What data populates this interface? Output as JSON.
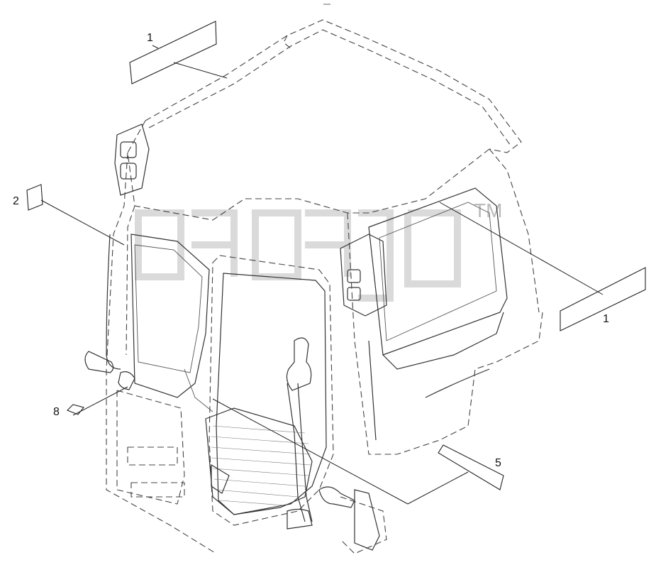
{
  "diagram": {
    "callouts": [
      {
        "id": "c1a",
        "label": "1"
      },
      {
        "id": "c2",
        "label": "2"
      },
      {
        "id": "c1b",
        "label": "1"
      },
      {
        "id": "c8",
        "label": "8"
      },
      {
        "id": "c5",
        "label": "5"
      }
    ],
    "watermark": "TM",
    "colors": {
      "line": "#333333",
      "background": "#ffffff",
      "watermark": "#bbbbbb"
    }
  }
}
